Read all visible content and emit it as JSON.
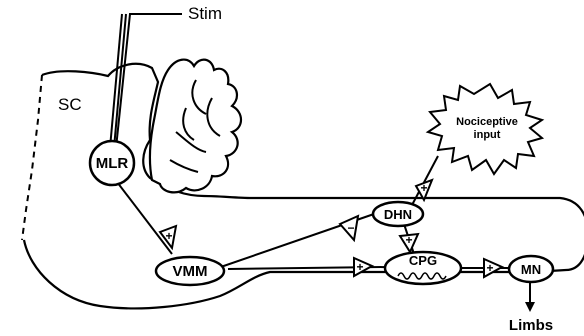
{
  "labels": {
    "stim": "Stim",
    "sc": "SC",
    "mlr": "MLR",
    "vmm": "VMM",
    "dhn": "DHN",
    "cpg": "CPG",
    "mn": "MN",
    "limbs": "Limbs",
    "nociceptive_line1": "Nociceptive",
    "nociceptive_line2": "input"
  },
  "synapse_signs": {
    "noci_to_dhn": "+",
    "mlr_to_vmm": "+",
    "vmm_to_dhn": "−",
    "dhn_to_cpg": "+",
    "vmm_to_cpg": "+",
    "cpg_to_mn": "+"
  }
}
